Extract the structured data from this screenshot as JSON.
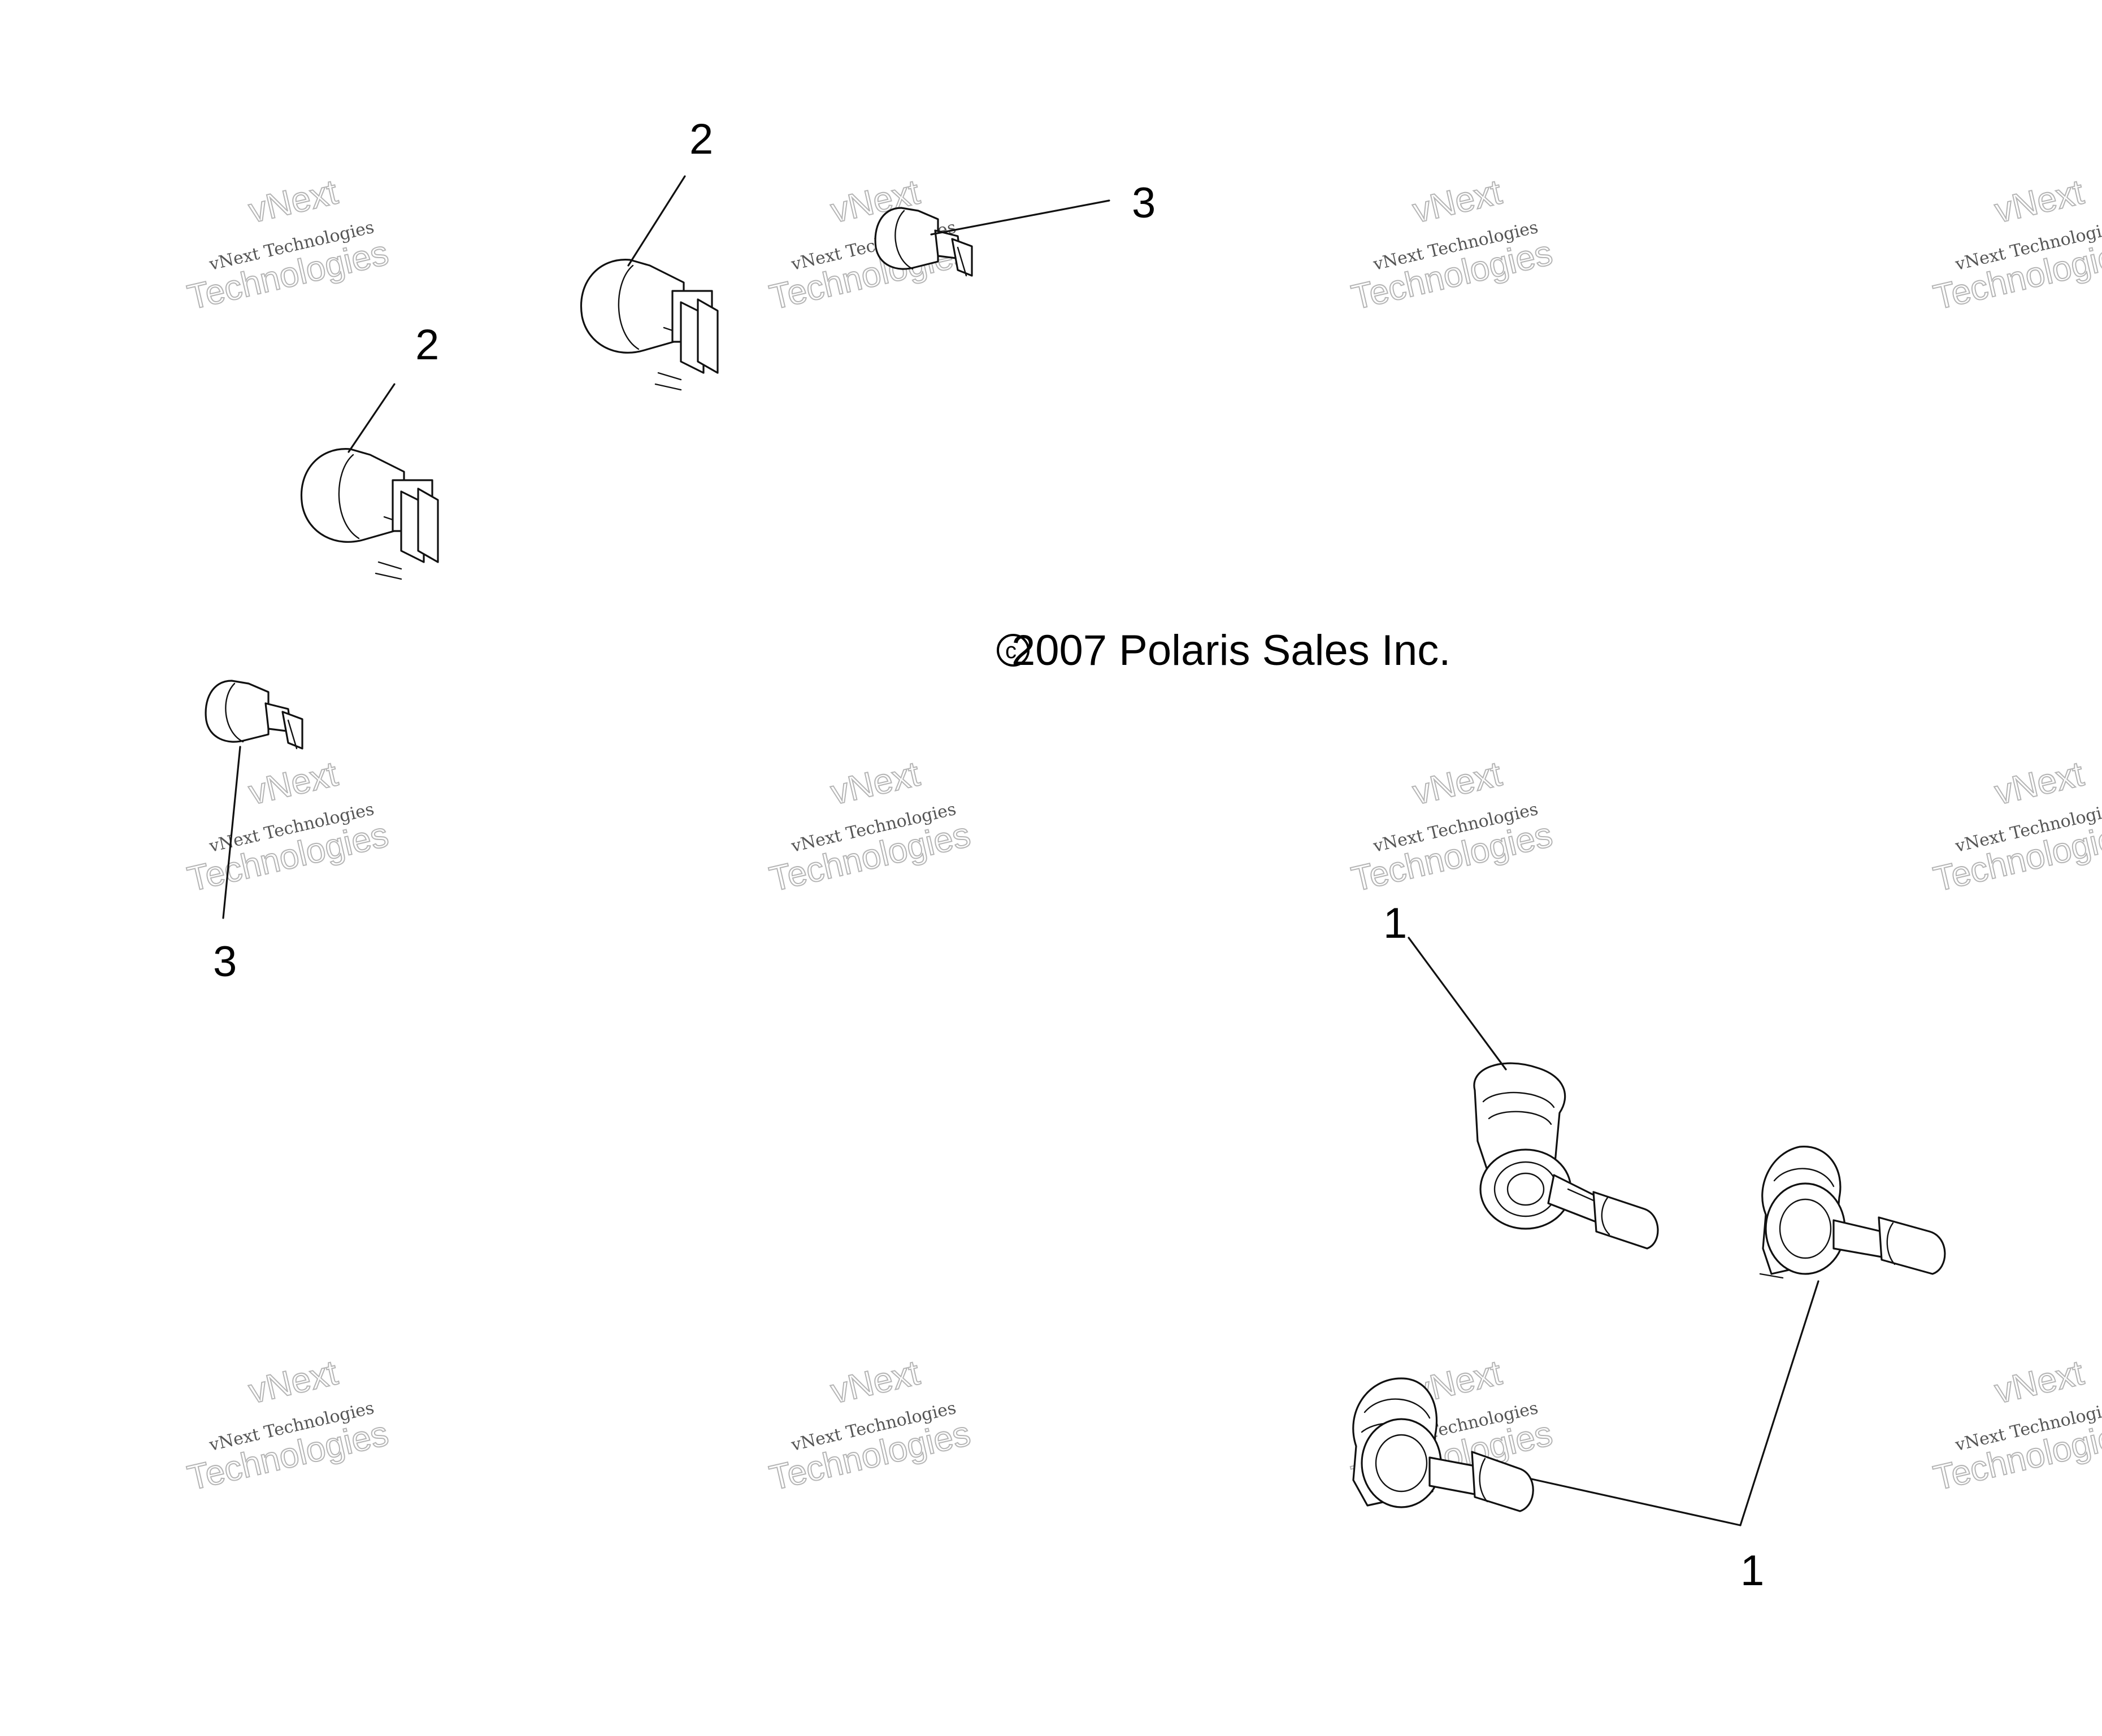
{
  "diagram": {
    "copyright": "© 2007 Polaris Sales Inc.",
    "callouts": {
      "bulb_2_upper": "2",
      "bulb_2_lower": "2",
      "bulb_3_upper": "3",
      "bulb_3_lower": "3",
      "headlight_upper": "1",
      "headlight_lower": "1"
    },
    "watermark": {
      "line1": "vNext Technologies",
      "line2": "vNext",
      "line3": "Technologies"
    }
  }
}
